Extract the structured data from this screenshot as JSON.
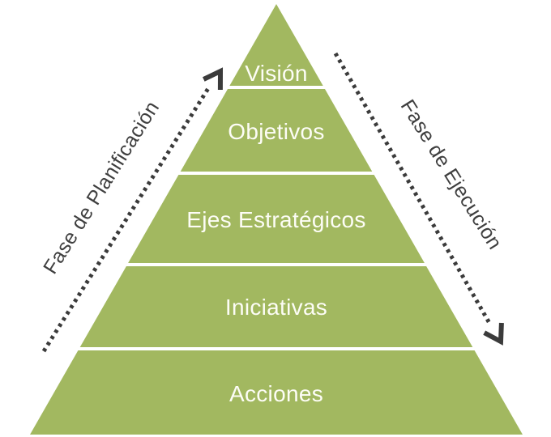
{
  "pyramid": {
    "levels": [
      {
        "label": "Visión"
      },
      {
        "label": "Objetivos"
      },
      {
        "label": "Ejes Estratégicos"
      },
      {
        "label": "Iniciativas"
      },
      {
        "label": "Acciones"
      }
    ]
  },
  "phases": {
    "planning": {
      "label": "Fase de Planificación",
      "direction": "up"
    },
    "execution": {
      "label": "Fase de Ejecución",
      "direction": "down"
    }
  },
  "colors": {
    "background": "#ffffff",
    "pyramid_green": "#a2b860",
    "divider": "#fafbf2",
    "level_text": "#fdfdf6",
    "phase_text": "#3f3f3f",
    "arrow": "#3b3b3b"
  }
}
